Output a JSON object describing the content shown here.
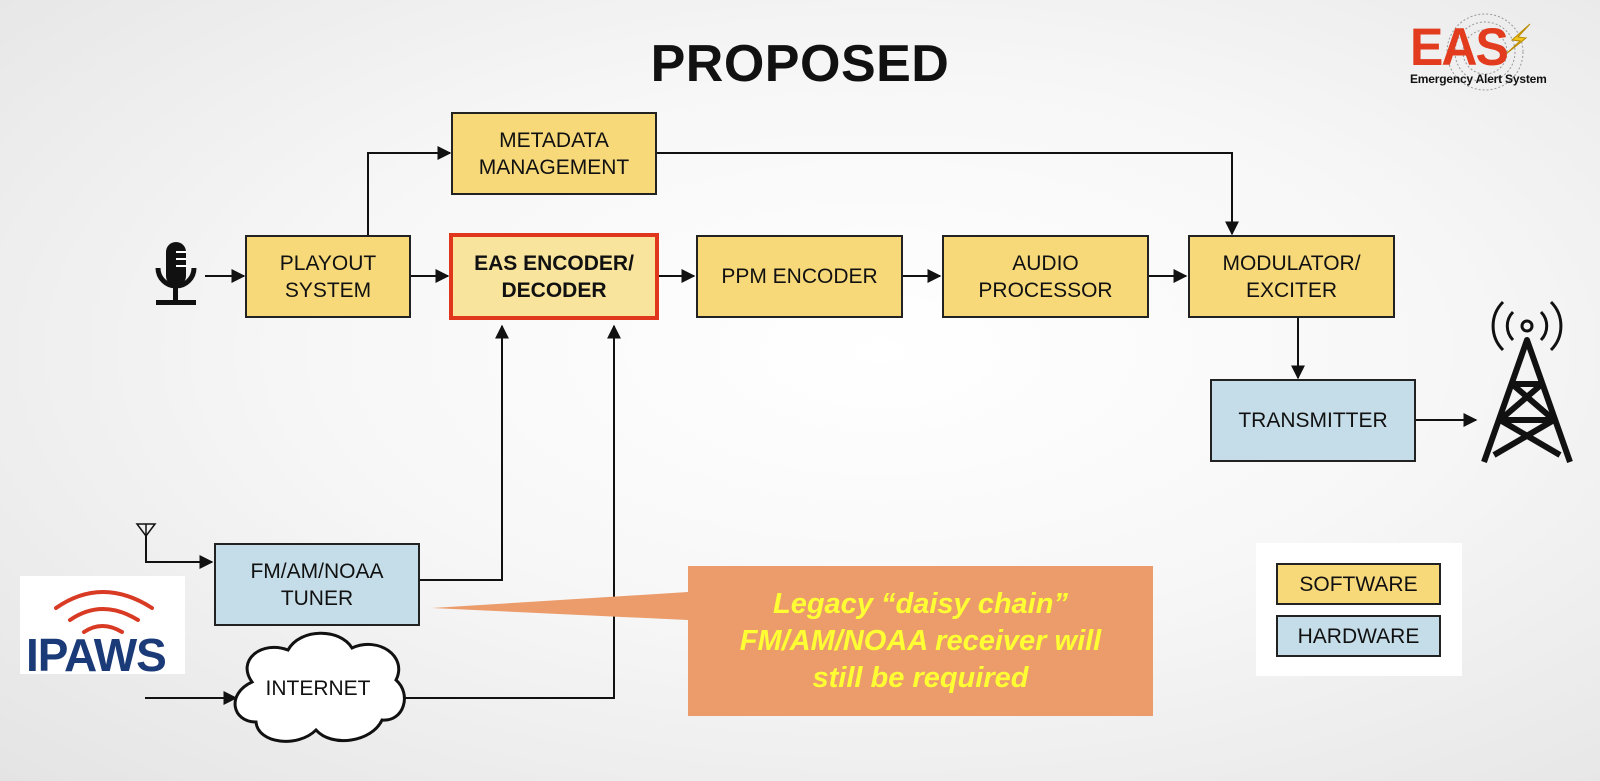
{
  "title": "PROPOSED",
  "logos": {
    "eas": {
      "letters": "EAS",
      "subtitle": "Emergency Alert System"
    },
    "ipaws": {
      "word": "IPAWS"
    }
  },
  "blocks": {
    "metadata": {
      "label": "METADATA\nMANAGEMENT",
      "type": "software"
    },
    "playout": {
      "label": "PLAYOUT\nSYSTEM",
      "type": "software"
    },
    "eas_encoder": {
      "label": "EAS ENCODER/\nDECODER",
      "type": "software",
      "highlighted": true
    },
    "ppm_encoder": {
      "label": "PPM ENCODER",
      "type": "software"
    },
    "audio_processor": {
      "label": "AUDIO\nPROCESSOR",
      "type": "software"
    },
    "modulator": {
      "label": "MODULATOR/\nEXCITER",
      "type": "software"
    },
    "transmitter": {
      "label": "TRANSMITTER",
      "type": "hardware"
    },
    "tuner": {
      "label": "FM/AM/NOAA\nTUNER",
      "type": "hardware"
    },
    "internet": {
      "label": "INTERNET",
      "type": "cloud"
    }
  },
  "icons": [
    "microphone-icon",
    "antenna-icon",
    "broadcast-tower-icon"
  ],
  "callout": {
    "text": "Legacy “daisy chain”\nFM/AM/NOAA receiver will\nstill be required",
    "color": "#eb9c6a"
  },
  "legend": {
    "items": [
      {
        "label": "SOFTWARE",
        "color": "#f7d97a"
      },
      {
        "label": "HARDWARE",
        "color": "#c5dde8"
      }
    ]
  },
  "colors": {
    "software": "#f7d97a",
    "hardware": "#c5dde8",
    "highlight_border": "#e0361c",
    "callout_text": "#ffff33"
  }
}
